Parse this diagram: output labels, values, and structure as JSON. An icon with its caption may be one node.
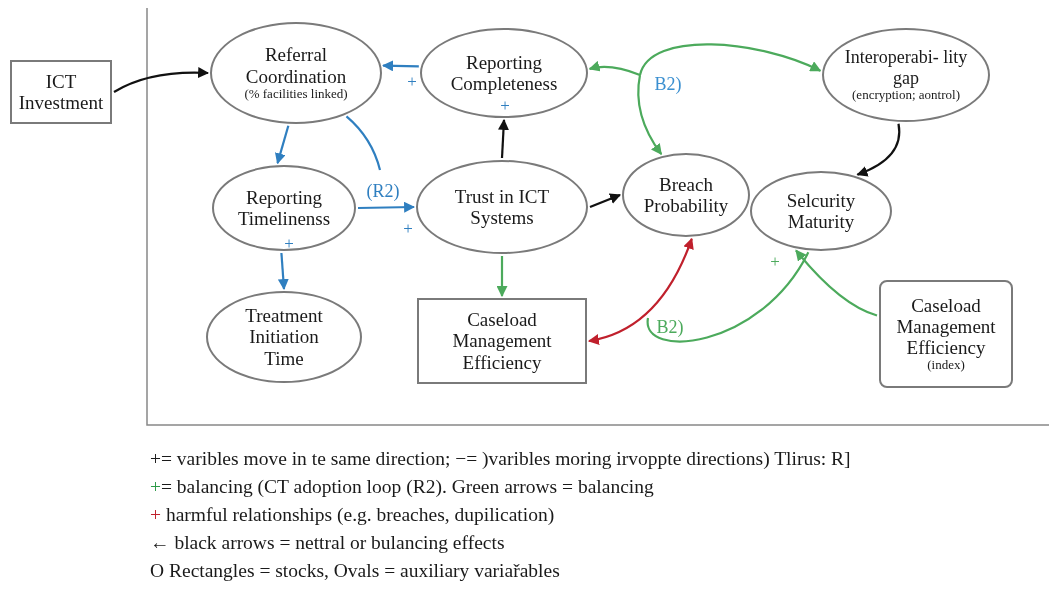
{
  "diagram": {
    "nodes": [
      {
        "text": [
          "ICT Investment"
        ]
      },
      {
        "text": [
          "Referral Coordination",
          "(% facilities linked)"
        ]
      },
      {
        "text": [
          "Reporting Completeness"
        ]
      },
      {
        "text": [
          "Interoperabi- lity gap",
          "(encryption; aontrol)"
        ]
      },
      {
        "text": [
          "Reporting Timelinenss"
        ]
      },
      {
        "text": [
          "Trust in ICT Systems"
        ]
      },
      {
        "text": [
          "Breach Probability"
        ]
      },
      {
        "text": [
          "Selcurity Maturity"
        ]
      },
      {
        "text": [
          "Treatment Initiation Time"
        ]
      },
      {
        "text": [
          "Caseload Management Efficiency"
        ]
      },
      {
        "text": [
          "Caseload Management Efficiency",
          "(index)"
        ]
      }
    ],
    "edges": [
      {
        "from": 0,
        "to": 1,
        "arrow": "to",
        "color": "#111111"
      },
      {
        "from": 2,
        "to": 1,
        "arrow": "to",
        "color": "#2f7fc0"
      },
      {
        "from": 1,
        "to": 4,
        "arrow": "to",
        "color": "#2f7fc0"
      },
      {
        "from": 1,
        "to": null,
        "arrow": "none",
        "color": "#2f7fc0"
      },
      {
        "from": 4,
        "to": 5,
        "arrow": "to",
        "color": "#2f7fc0"
      },
      {
        "from": 4,
        "to": 8,
        "arrow": "to",
        "color": "#2f7fc0"
      },
      {
        "from": 5,
        "to": 2,
        "arrow": "to",
        "color": "#111111"
      },
      {
        "from": 5,
        "to": 6,
        "arrow": "to",
        "color": "#111111"
      },
      {
        "from": 5,
        "to": 9,
        "arrow": "to",
        "color": "#4caa5c"
      },
      {
        "from": 3,
        "to": 7,
        "arrow": "to",
        "color": "#111111"
      },
      {
        "from": null,
        "to": 2,
        "arrow": "to",
        "color": "#4caa5c"
      },
      {
        "from": null,
        "to": 3,
        "arrow": "to",
        "color": "#4caa5c"
      },
      {
        "from": null,
        "to": 6,
        "arrow": "to",
        "color": "#4caa5c"
      },
      {
        "from": 9,
        "to": 6,
        "arrow": "both",
        "color": "#c0202c"
      },
      {
        "from": 7,
        "to": null,
        "arrow": "none",
        "color": "#4caa5c"
      },
      {
        "from": 10,
        "to": 7,
        "arrow": "to",
        "color": "#4caa5c"
      }
    ],
    "labels": [
      "+",
      "+",
      "(R2)",
      "+",
      "+",
      "B2)",
      "+",
      "B2)",
      "+= varibles move in te same direction; −= )varibles moring irvoppte directions) Tlirus: R]",
      "+= balancing (CT adoption loop (R2). Green arrows = balancing",
      "+ harmful relationships (e.g. breaches, dupilication)",
      "← black arrows = nettral or bulancing effects",
      "O Rectangles = stocks, Ovals = auxiliary variařables"
    ]
  }
}
